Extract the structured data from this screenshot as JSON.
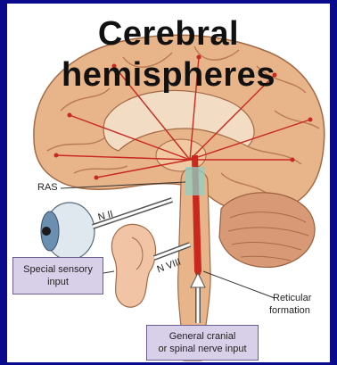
{
  "title": {
    "line1": "Cerebral",
    "line2": "hemispheres"
  },
  "labels": {
    "ras": "RAS",
    "n2": "N II",
    "n8": "N VIII",
    "reticular_line1": "Reticular",
    "reticular_line2": "formation"
  },
  "boxes": {
    "special_line1": "Special sensory",
    "special_line2": "input",
    "general_line1": "General cranial",
    "general_line2": "or spinal nerve input"
  },
  "colors": {
    "background": "#0a0a8c",
    "brain": "#e8b48a",
    "pathway": "#c8281e",
    "box": "#d8cfe8"
  }
}
